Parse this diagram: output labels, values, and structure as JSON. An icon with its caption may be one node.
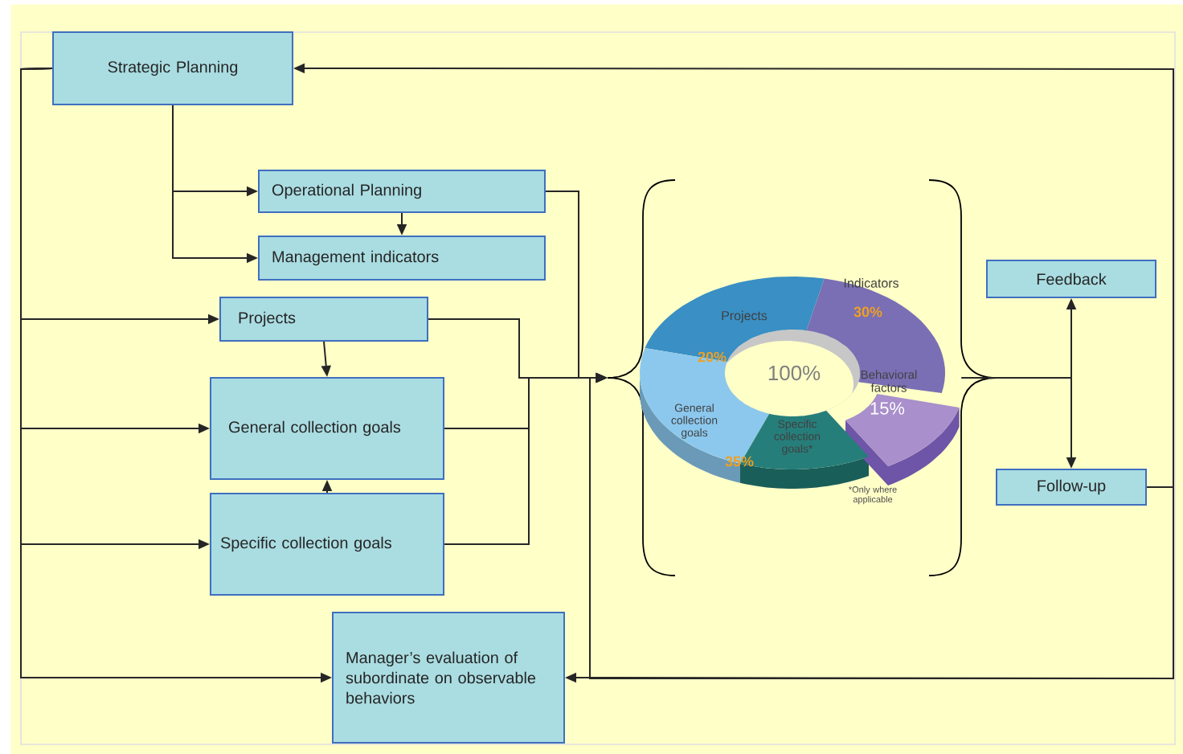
{
  "diagram": {
    "nodes": [
      {
        "text": [
          "Strategic Planning"
        ]
      },
      {
        "text": [
          "Operational Planning"
        ]
      },
      {
        "text": [
          "Management indicators"
        ]
      },
      {
        "text": [
          "Projects"
        ]
      },
      {
        "text": [
          "General collection goals"
        ]
      },
      {
        "text": [
          "Specific collection goals"
        ]
      },
      {
        "text": [
          "Manager’s evaluation of subordinate on observable behaviors"
        ]
      },
      {
        "text": [
          "Indicators",
          "30%",
          "Projects",
          "20%",
          "100%",
          "Behavioral factors",
          "15%",
          "General collection goals",
          "Specific collection goals*",
          "35%",
          "*Only where applicable"
        ]
      },
      {
        "text": [
          "Feedback"
        ]
      },
      {
        "text": [
          "Follow-up"
        ]
      }
    ],
    "edges": [
      {
        "from": 0,
        "to": 1,
        "arrow": "to"
      },
      {
        "from": 0,
        "to": 2,
        "arrow": "to"
      },
      {
        "from": 1,
        "to": 2,
        "arrow": "to"
      },
      {
        "from": 0,
        "to": 3,
        "arrow": "to"
      },
      {
        "from": 0,
        "to": 4,
        "arrow": "to"
      },
      {
        "from": 0,
        "to": 5,
        "arrow": "to"
      },
      {
        "from": 0,
        "to": 6,
        "arrow": "to"
      },
      {
        "from": 3,
        "to": 4,
        "arrow": "to"
      },
      {
        "from": 5,
        "to": 4,
        "arrow": "to"
      },
      {
        "from": 1,
        "to": 7,
        "arrow": "to"
      },
      {
        "from": 3,
        "to": 7,
        "arrow": "to"
      },
      {
        "from": 4,
        "to": 7,
        "arrow": "to"
      },
      {
        "from": 5,
        "to": 7,
        "arrow": "to"
      },
      {
        "from": 7,
        "to": 8,
        "arrow": "to"
      },
      {
        "from": 7,
        "to": 9,
        "arrow": "to"
      },
      {
        "from": 9,
        "to": 0,
        "arrow": "to"
      },
      {
        "from": 9,
        "to": 6,
        "arrow": "to"
      },
      {
        "from": 9,
        "to": 7,
        "arrow": "to"
      }
    ]
  }
}
